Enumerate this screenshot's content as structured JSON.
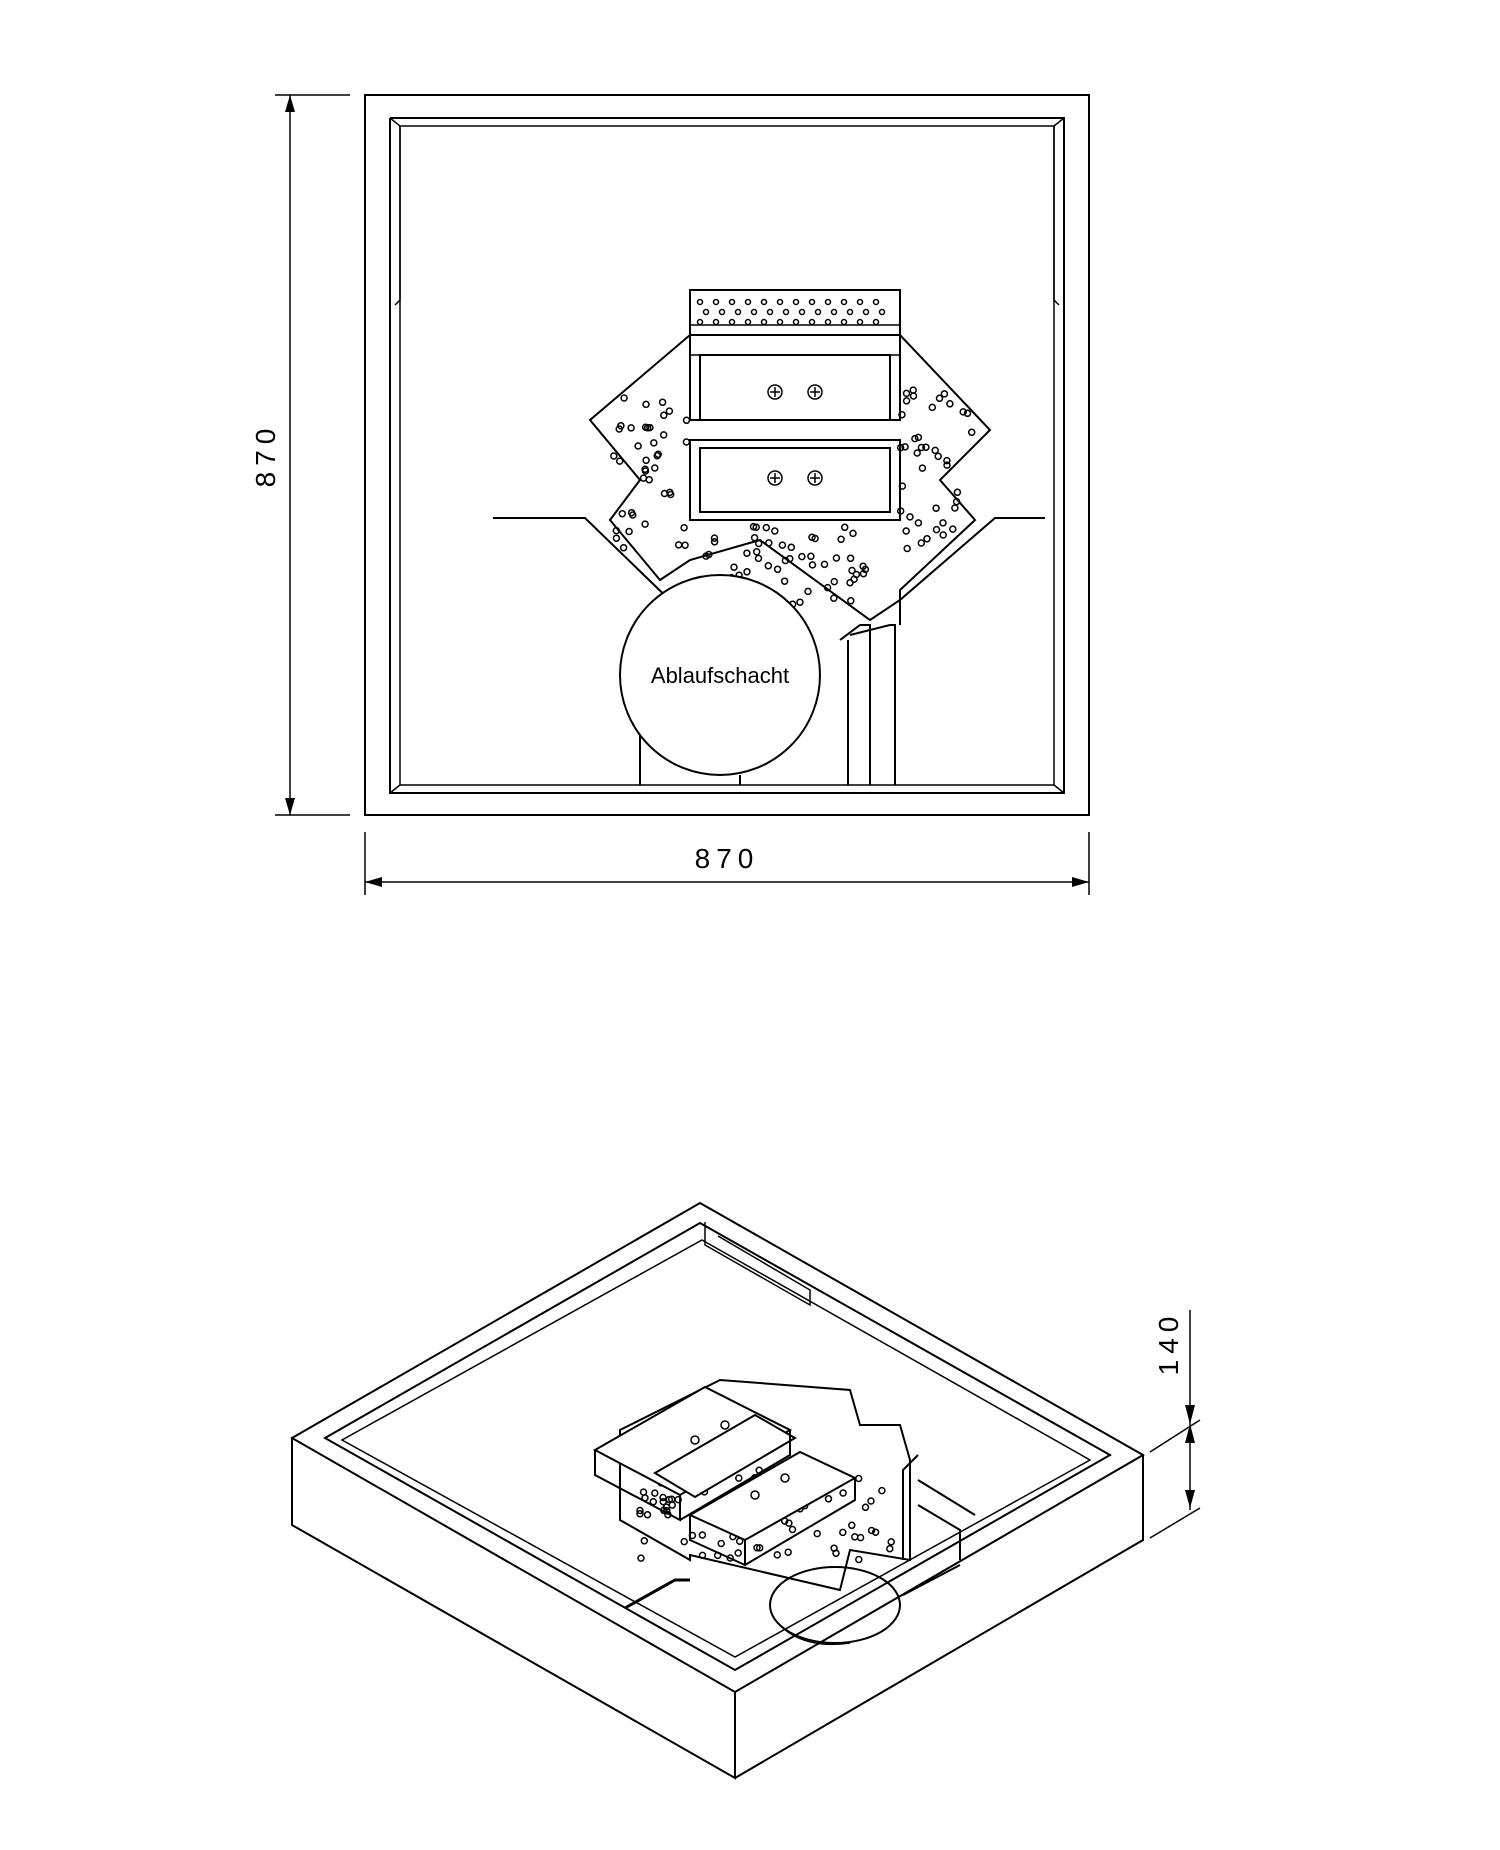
{
  "drawing": {
    "top_view": {
      "width_dimension": "870",
      "height_dimension": "870",
      "drain_label": "Ablaufschacht"
    },
    "iso_view": {
      "height_dimension": "140"
    }
  }
}
